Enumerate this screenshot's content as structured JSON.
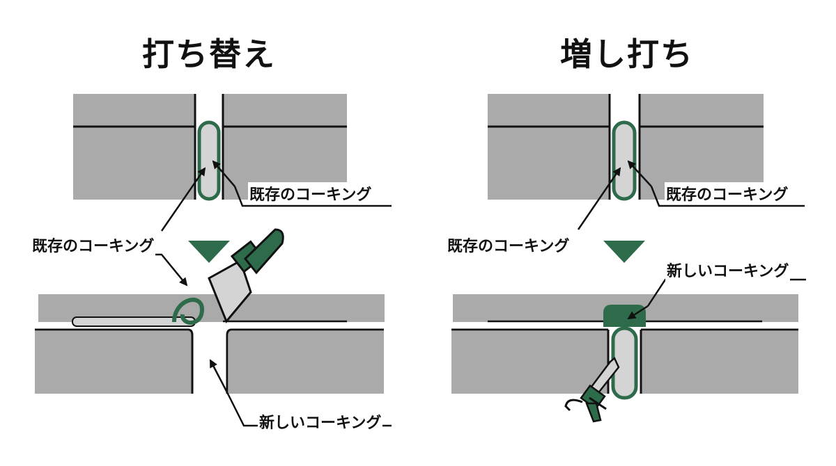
{
  "left_panel": {
    "title": "打ち替え",
    "label_existing_top": "既存のコーキング",
    "label_existing_removed": "既存のコーキング",
    "label_new_bottom": "新しいコーキング",
    "tool_icon": "scraper-icon"
  },
  "right_panel": {
    "title": "増し打ち",
    "label_existing_top": "既存のコーキング",
    "label_existing_mid": "既存のコーキング",
    "label_new": "新しいコーキング",
    "tool_icon": "caulking-gun-icon"
  },
  "colors": {
    "panel_fill": "#aaaaaa",
    "line": "#111111",
    "accent_green": "#2e6b4a",
    "caulk_fill": "#d4d4d4"
  }
}
